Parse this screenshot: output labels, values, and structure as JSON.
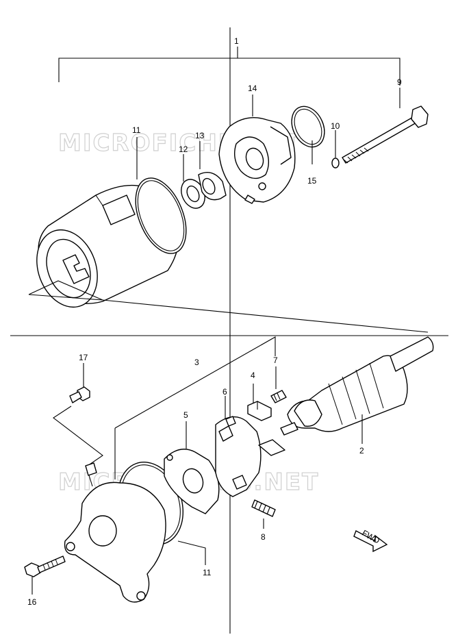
{
  "watermark": {
    "top": "MICROFICHE.NET",
    "bottom": "MICROFICHES.NET"
  },
  "fwd_label": "FWD",
  "callouts": {
    "c1": "1",
    "c2": "2",
    "c3": "3",
    "c4": "4",
    "c5": "5",
    "c6": "6",
    "c7": "7",
    "c8": "8",
    "c9": "9",
    "c10": "10",
    "c11_top": "11",
    "c11_bottom": "11",
    "c12": "12",
    "c13": "13",
    "c14": "14",
    "c15": "15",
    "c16": "16",
    "c17": "17"
  }
}
